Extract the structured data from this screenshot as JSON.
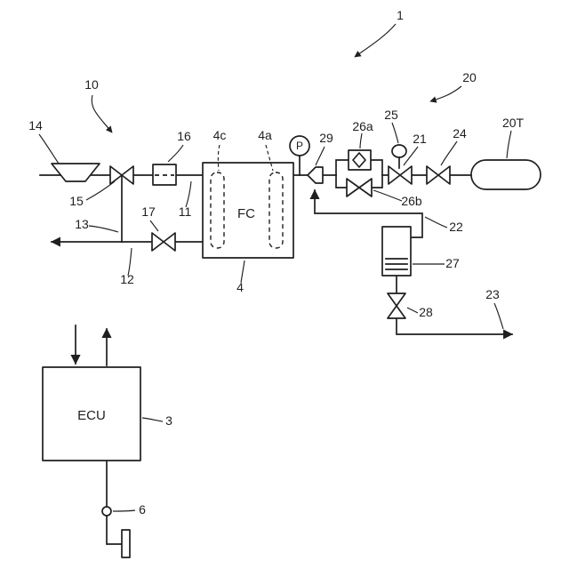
{
  "colors": {
    "line": "#1f1f1f",
    "background": "#ffffff"
  },
  "labels": {
    "system": "1",
    "air_supply": "10",
    "fuel_supply": "20",
    "air_inlet": "14",
    "valve_15": "15",
    "device_16": "16",
    "passage_11": "11",
    "passage_13": "13",
    "valve_17": "17",
    "passage_12": "12",
    "fuel_cell": "4",
    "cathode_channel": "4c",
    "anode_channel": "4a",
    "fc_text": "FC",
    "pressure": "P",
    "ejector": "29",
    "injector_26a": "26a",
    "pilot_25": "25",
    "valve_21": "21",
    "valve_24": "24",
    "tank": "20T",
    "valve_26b": "26b",
    "passage_22": "22",
    "separator": "27",
    "drain_valve": "28",
    "drain_passage": "23",
    "ecu_ref": "3",
    "sensor_6": "6",
    "ecu_text": "ECU"
  }
}
